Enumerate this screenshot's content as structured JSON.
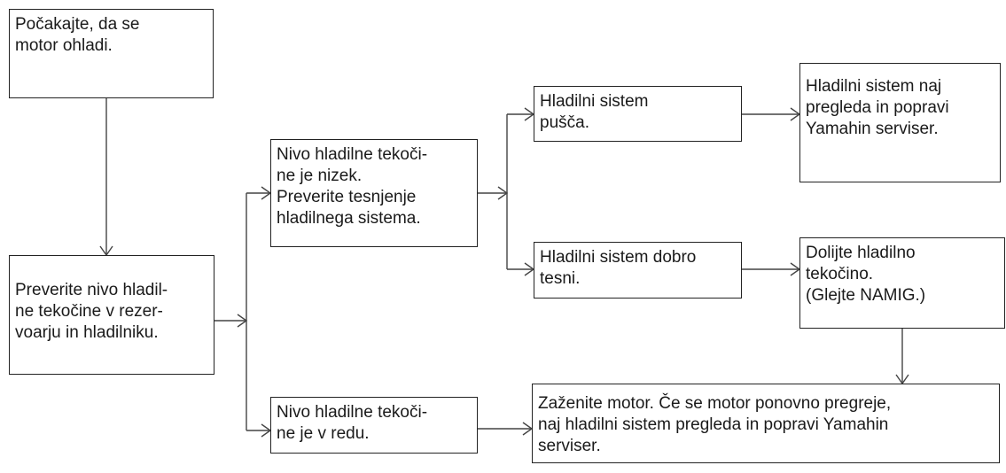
{
  "boxes": {
    "wait": {
      "lines": [
        "Počakajte, da se",
        "motor ohladi."
      ]
    },
    "check_level": {
      "lines": [
        "Preverite nivo hladil-",
        "ne tekočine v rezer-",
        "voarju in hladilniku."
      ]
    },
    "level_low": {
      "lines": [
        "Nivo hladilne tekoči-",
        "ne je nizek.",
        "Preverite tesnjenje",
        "hladilnega sistema."
      ]
    },
    "level_ok": {
      "lines": [
        "Nivo hladilne tekoči-",
        "ne je v redu."
      ]
    },
    "leaks": {
      "lines": [
        "Hladilni sistem",
        "pušča."
      ]
    },
    "sealed": {
      "lines": [
        "Hladilni sistem dobro",
        "tesni."
      ]
    },
    "service": {
      "lines": [
        "Hladilni sistem naj",
        "pregleda in popravi",
        "Yamahin serviser."
      ]
    },
    "add_coolant": {
      "lines": [
        "Dolijte hladilno",
        "tekočino.",
        "(Glejte NAMIG.)"
      ]
    },
    "start_engine": {
      "lines": [
        "Zaženite motor. Če se motor ponovno pregreje,",
        "naj hladilni sistem pregleda in popravi Yamahin",
        "serviser."
      ]
    }
  },
  "colors": {
    "line": "#444444",
    "border": "#222222",
    "text": "#1a1a1a"
  }
}
